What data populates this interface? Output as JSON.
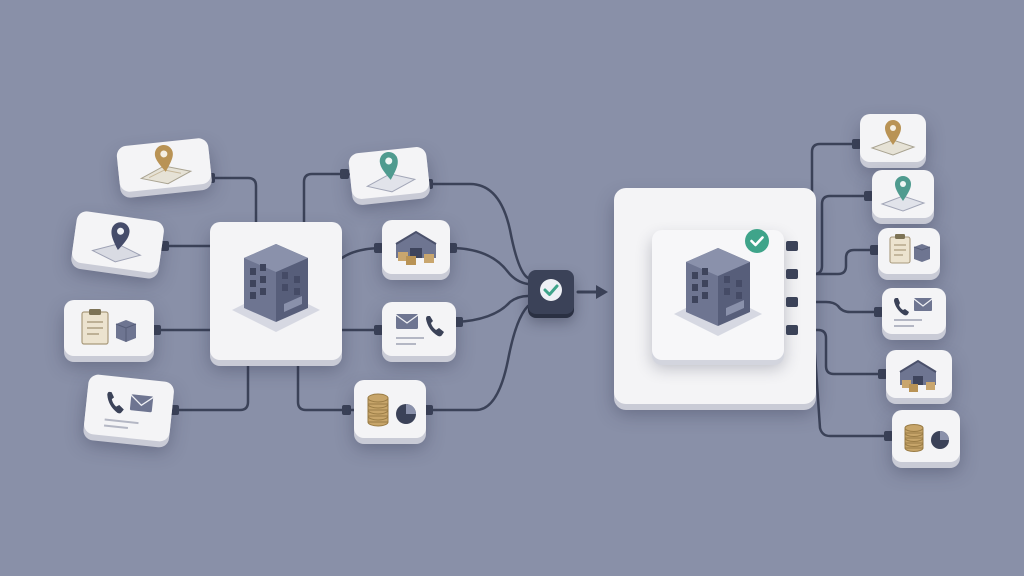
{
  "colors": {
    "background": "#8990a8",
    "wire": "#3b4258",
    "card": "#f4f4f6",
    "building": "#6e7591",
    "check_badge": "#3fa48a",
    "pin_gold": "#b99355",
    "pin_navy": "#454c6a",
    "pin_teal": "#4f9b8f",
    "coin": "#c7a56a"
  },
  "diagram": {
    "left_sources": [
      {
        "id": "pin-gold",
        "icon": "map-pin-gold-icon"
      },
      {
        "id": "pin-navy",
        "icon": "map-pin-navy-icon"
      },
      {
        "id": "clipboard-box",
        "icon": "clipboard-box-icon"
      },
      {
        "id": "phone-mail",
        "icon": "phone-mail-icon"
      }
    ],
    "hub_left": {
      "icon": "office-building-icon"
    },
    "middle_nodes": [
      {
        "id": "pin-teal",
        "icon": "map-pin-teal-icon"
      },
      {
        "id": "warehouse",
        "icon": "warehouse-boxes-icon"
      },
      {
        "id": "mail-phone",
        "icon": "mail-phone-icon"
      },
      {
        "id": "coins-chart",
        "icon": "coins-pie-chart-icon"
      }
    ],
    "verifier": {
      "icon": "checkmark-icon"
    },
    "arrow": {
      "icon": "arrow-right-icon"
    },
    "hub_right": {
      "icon": "office-building-icon",
      "badge": "check-badge-icon"
    },
    "right_outputs": [
      {
        "id": "pin-gold",
        "icon": "map-pin-gold-icon"
      },
      {
        "id": "pin-teal",
        "icon": "map-pin-teal-icon"
      },
      {
        "id": "clipboard-box",
        "icon": "clipboard-box-icon"
      },
      {
        "id": "phone-mail",
        "icon": "phone-mail-icon"
      },
      {
        "id": "warehouse",
        "icon": "warehouse-boxes-icon"
      },
      {
        "id": "coins-chart",
        "icon": "coins-pie-chart-icon"
      }
    ]
  }
}
